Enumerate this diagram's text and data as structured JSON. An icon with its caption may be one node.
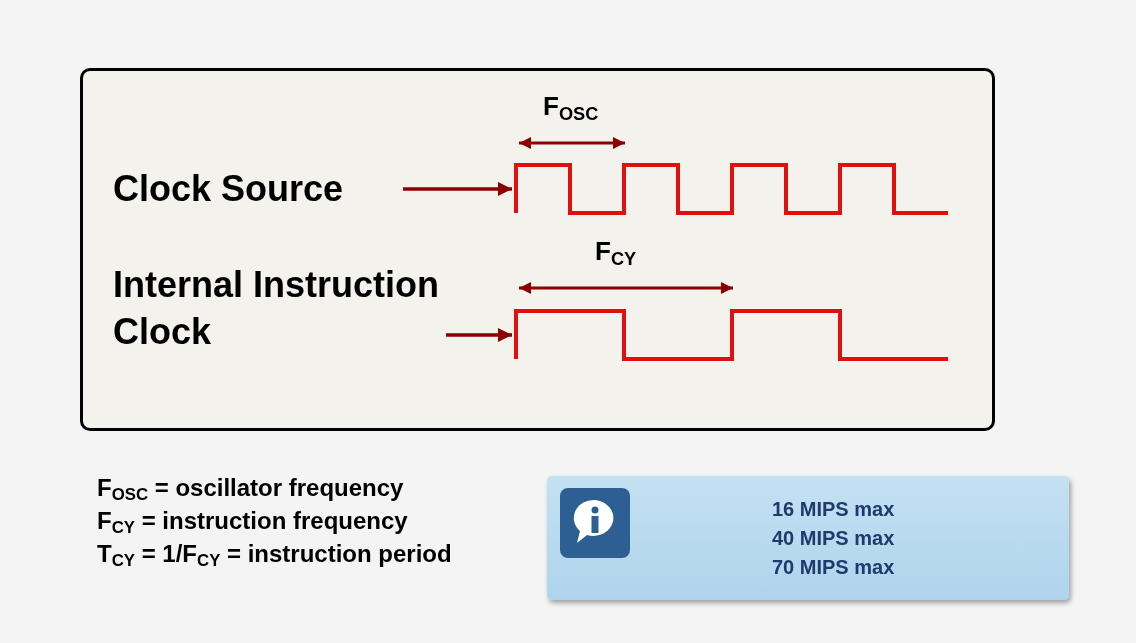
{
  "diagram": {
    "nodes": [
      {
        "text": [],
        "shape": "box"
      },
      {
        "text": [
          "Clock Source"
        ],
        "in": 0
      },
      {
        "text": [
          "Internal Instruction Clock"
        ],
        "in": 0
      },
      {
        "text": [],
        "shape": "picture",
        "in": 0
      },
      {
        "text": [],
        "shape": "picture",
        "in": 0
      },
      {
        "text": [
          "16 MIPS max",
          "40 MIPS max",
          "70 MIPS max"
        ]
      }
    ],
    "edges": [
      {
        "from": 1,
        "to": 3,
        "arrow": "to"
      },
      {
        "from": 2,
        "to": 4,
        "arrow": "to"
      }
    ],
    "labels": [
      "F$_{OSC}$",
      "F$_{CY}$",
      "F$_{OSC}$ = oscillator frequency",
      "F$_{CY}$ = instruction frequency",
      "T$_{CY}$ = 1/F$_{CY}$ = instruction period"
    ]
  }
}
